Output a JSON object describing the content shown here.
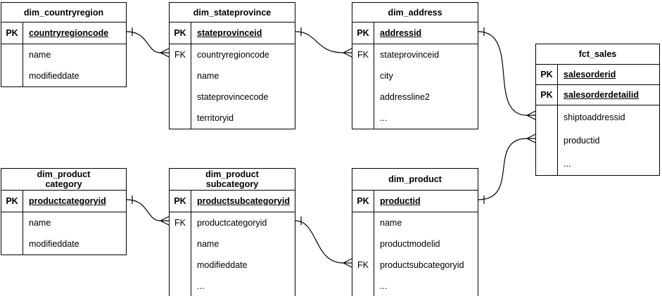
{
  "diagram_type": "entity-relationship",
  "colors": {
    "stroke": "#000000",
    "background": "#ffffff",
    "text": "#000000"
  },
  "tables": [
    {
      "title": "dim_countryregion",
      "fields": [
        {
          "key": "PK",
          "name": "countryregioncode",
          "pk": true
        },
        {
          "key": "",
          "name": "name"
        },
        {
          "key": "",
          "name": "modifieddate"
        }
      ]
    },
    {
      "title": "dim_stateprovince",
      "fields": [
        {
          "key": "PK",
          "name": "stateprovinceid",
          "pk": true
        },
        {
          "key": "FK",
          "name": "countryregioncode",
          "fk": true
        },
        {
          "key": "",
          "name": "name"
        },
        {
          "key": "",
          "name": "stateprovincecode"
        },
        {
          "key": "",
          "name": "territoryid"
        }
      ]
    },
    {
      "title": "dim_address",
      "fields": [
        {
          "key": "PK",
          "name": "addressid",
          "pk": true
        },
        {
          "key": "FK",
          "name": "stateprovinceid",
          "fk": true
        },
        {
          "key": "",
          "name": "city"
        },
        {
          "key": "",
          "name": "addressline2"
        },
        {
          "key": "",
          "name": "..."
        }
      ]
    },
    {
      "title": "fct_sales",
      "fields": [
        {
          "key": "PK",
          "name": "salesorderid",
          "pk": true
        },
        {
          "key": "PK",
          "name": "salesorderdetailid",
          "pk": true
        },
        {
          "key": "",
          "name": "shiptoaddressid"
        },
        {
          "key": "",
          "name": "productid"
        },
        {
          "key": "",
          "name": "..."
        }
      ]
    },
    {
      "title": "dim_product\ncategory",
      "fields": [
        {
          "key": "PK",
          "name": "productcategoryid",
          "pk": true
        },
        {
          "key": "",
          "name": "name"
        },
        {
          "key": "",
          "name": "modifieddate"
        }
      ]
    },
    {
      "title": "dim_product\nsubcategory",
      "fields": [
        {
          "key": "PK",
          "name": "productsubcategoryid",
          "pk": true
        },
        {
          "key": "FK",
          "name": "productcategoryid",
          "fk": true
        },
        {
          "key": "",
          "name": "name"
        },
        {
          "key": "",
          "name": "modifieddate"
        },
        {
          "key": "",
          "name": "..."
        }
      ]
    },
    {
      "title": "dim_product",
      "fields": [
        {
          "key": "PK",
          "name": "productid",
          "pk": true
        },
        {
          "key": "",
          "name": "name"
        },
        {
          "key": "",
          "name": "productmodelid"
        },
        {
          "key": "FK",
          "name": "productsubcategoryid",
          "fk": true
        },
        {
          "key": "",
          "name": "..."
        }
      ]
    }
  ],
  "relationships": [
    {
      "one_side": "dim_countryregion.countryregioncode",
      "many_side": "dim_stateprovince.countryregioncode",
      "cardinality": "one-to-many",
      "notation": "crows-foot"
    },
    {
      "one_side": "dim_stateprovince.stateprovinceid",
      "many_side": "dim_address.stateprovinceid",
      "cardinality": "one-to-many",
      "notation": "crows-foot"
    },
    {
      "one_side": "dim_address.addressid",
      "many_side": "fct_sales.shiptoaddressid",
      "cardinality": "one-to-many",
      "notation": "crows-foot"
    },
    {
      "one_side": "dim_product category.productcategoryid",
      "many_side": "dim_product subcategory.productcategoryid",
      "cardinality": "one-to-many",
      "notation": "crows-foot"
    },
    {
      "one_side": "dim_product subcategory.productsubcategoryid",
      "many_side": "dim_product.productsubcategoryid",
      "cardinality": "one-to-many",
      "notation": "crows-foot"
    },
    {
      "one_side": "dim_product.productid",
      "many_side": "fct_sales.productid",
      "cardinality": "one-to-many",
      "notation": "crows-foot"
    }
  ]
}
